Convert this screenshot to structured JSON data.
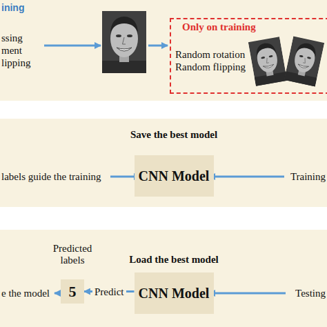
{
  "diagram": {
    "nodes": [
      {
        "text": [
          "Only on training",
          "Random rotation Random flipping"
        ]
      },
      {
        "text": [
          "Save the best model",
          "CNN Model"
        ]
      },
      {
        "text": [
          "Predicted labels",
          "5"
        ]
      },
      {
        "text": [
          "Load the best model",
          "CNN Model"
        ]
      }
    ],
    "edges": [
      {
        "from": 3,
        "to": 2,
        "arrow": "to",
        "label": "Predict"
      }
    ],
    "labels": [
      "ining",
      "ssing",
      "ment",
      "lipping",
      "labels guide the training",
      "Training",
      "e the model",
      "Testing"
    ]
  }
}
